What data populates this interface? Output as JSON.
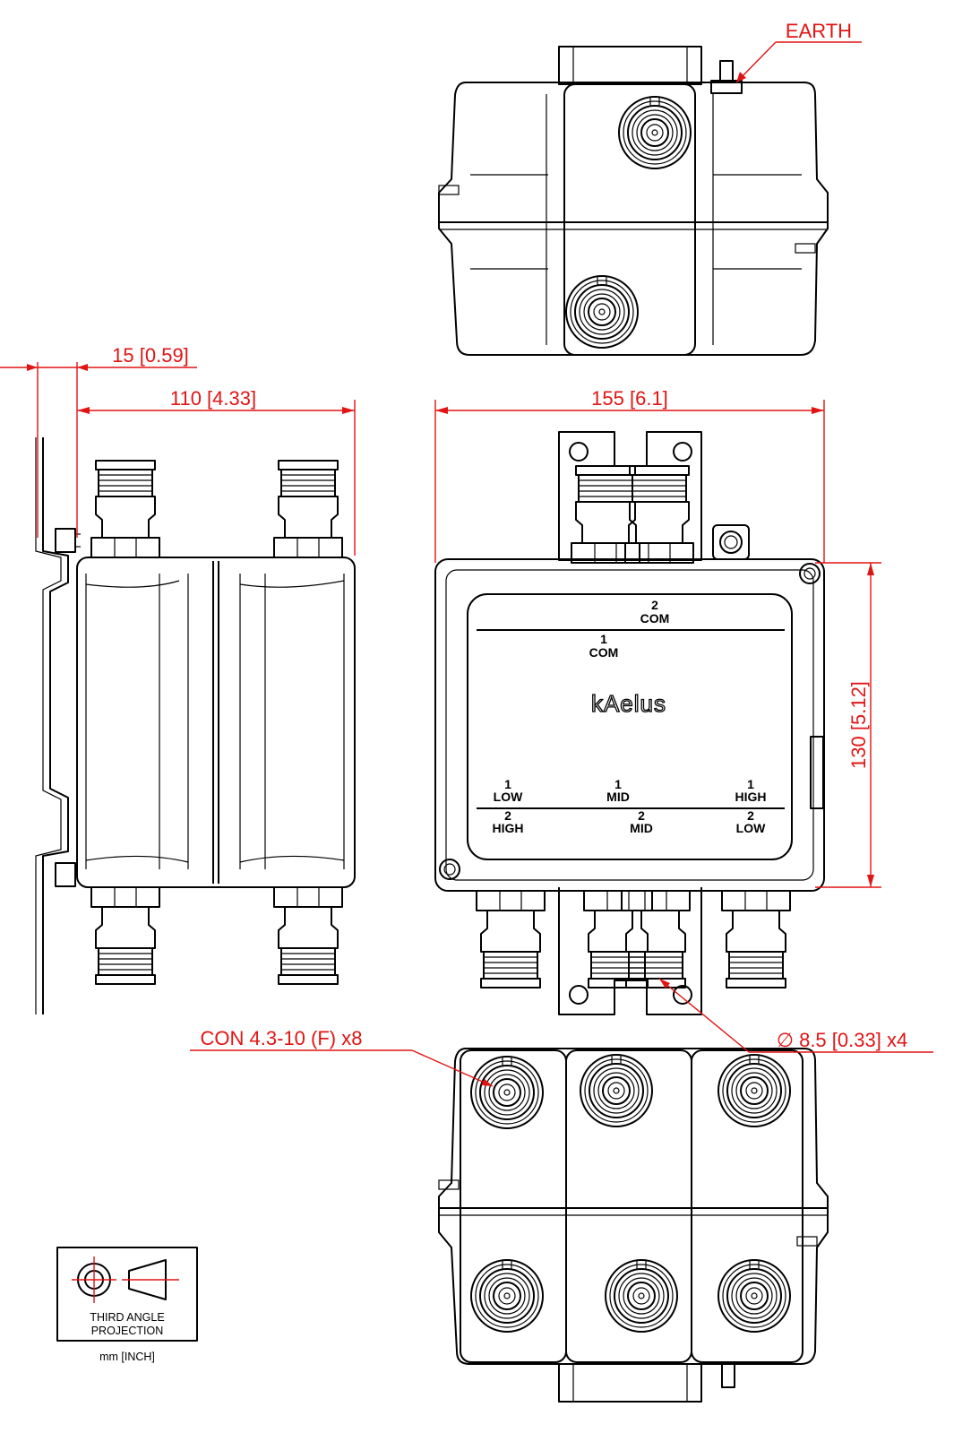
{
  "dimensions": {
    "earth": "EARTH",
    "bracket_offset": "15 [0.59]",
    "depth": "110 [4.33]",
    "width": "155 [6.1]",
    "height": "130 [5.12]",
    "hole": "∅ 8.5 [0.33]  x4",
    "connector": "CON 4.3-10 (F) x8"
  },
  "ports": {
    "com2": {
      "num": "2",
      "name": "COM"
    },
    "com1": {
      "num": "1",
      "name": "COM"
    },
    "low1": {
      "num": "1",
      "name": "LOW"
    },
    "mid1": {
      "num": "1",
      "name": "MID"
    },
    "high1": {
      "num": "1",
      "name": "HIGH"
    },
    "high2": {
      "num": "2",
      "name": "HIGH"
    },
    "mid2": {
      "num": "2",
      "name": "MID"
    },
    "low2": {
      "num": "2",
      "name": "LOW"
    }
  },
  "brand": "kAelus",
  "projection": {
    "line1": "THIRD ANGLE",
    "line2": "PROJECTION",
    "units": "mm [INCH]"
  },
  "colors": {
    "dimension": "#e11414",
    "line": "#000000"
  }
}
